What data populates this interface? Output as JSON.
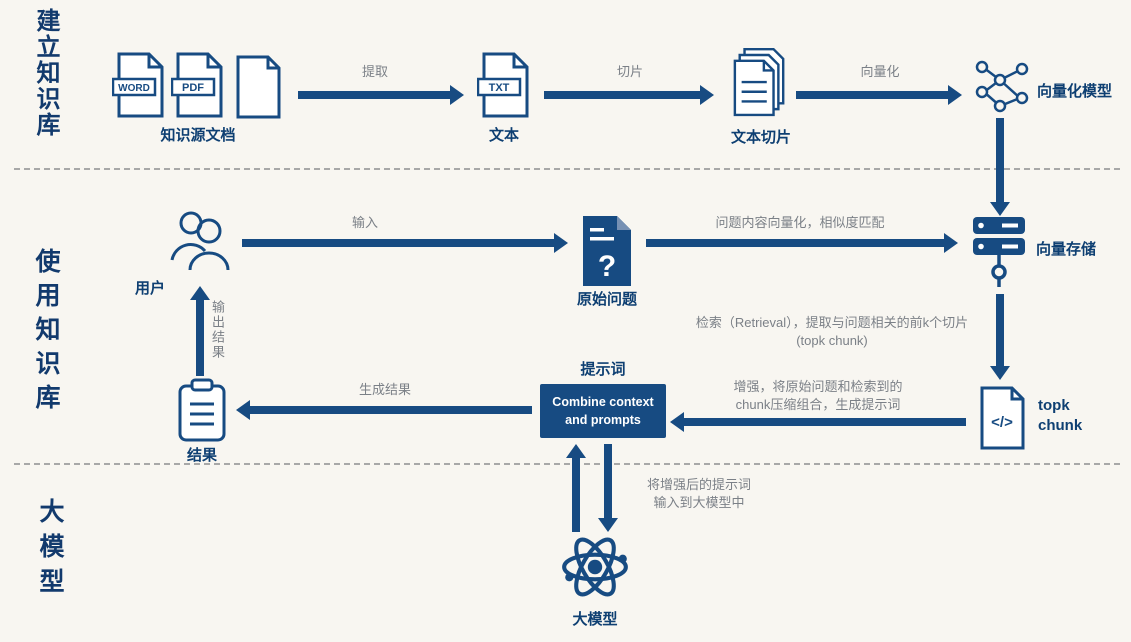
{
  "colors": {
    "primary": "#174b82",
    "edge_label": "#7b8087",
    "background": "#f8f6f1"
  },
  "sections": {
    "build": {
      "label": "建立知识库"
    },
    "use": {
      "label": "使用知识库"
    },
    "model": {
      "label": "大模型"
    }
  },
  "nodes": {
    "source_docs": {
      "label": "知识源文档",
      "badge_word": "WORD",
      "badge_pdf": "PDF"
    },
    "text": {
      "label": "文本",
      "badge": "TXT"
    },
    "chunks": {
      "label": "文本切片"
    },
    "vector_model": {
      "label": "向量化模型"
    },
    "user": {
      "label": "用户"
    },
    "question": {
      "label": "原始问题",
      "glyph": "?"
    },
    "vector_store": {
      "label": "向量存储"
    },
    "topk": {
      "line1": "topk",
      "line2": "chunk",
      "glyph": "</>"
    },
    "prompt": {
      "title": "提示词",
      "box_line1": "Combine context",
      "box_line2": "and prompts"
    },
    "result": {
      "label": "结果"
    },
    "llm": {
      "label": "大模型"
    }
  },
  "edges": {
    "extract": {
      "label": "提取"
    },
    "slice": {
      "label": "切片"
    },
    "vectorize": {
      "label": "向量化"
    },
    "input": {
      "label": "输入"
    },
    "match": {
      "label": "问题内容向量化，相似度匹配"
    },
    "retrieval": {
      "line1": "检索（Retrieval），提取与问题相关的前k个切片",
      "line2": "(topk chunk)"
    },
    "augment": {
      "line1": "增强，将原始问题和检索到的",
      "line2": "chunk压缩组合，生成提示词"
    },
    "generate": {
      "label": "生成结果"
    },
    "output": {
      "label": "输出结果"
    },
    "feed": {
      "line1": "将增强后的提示词",
      "line2": "输入到大模型中"
    }
  }
}
